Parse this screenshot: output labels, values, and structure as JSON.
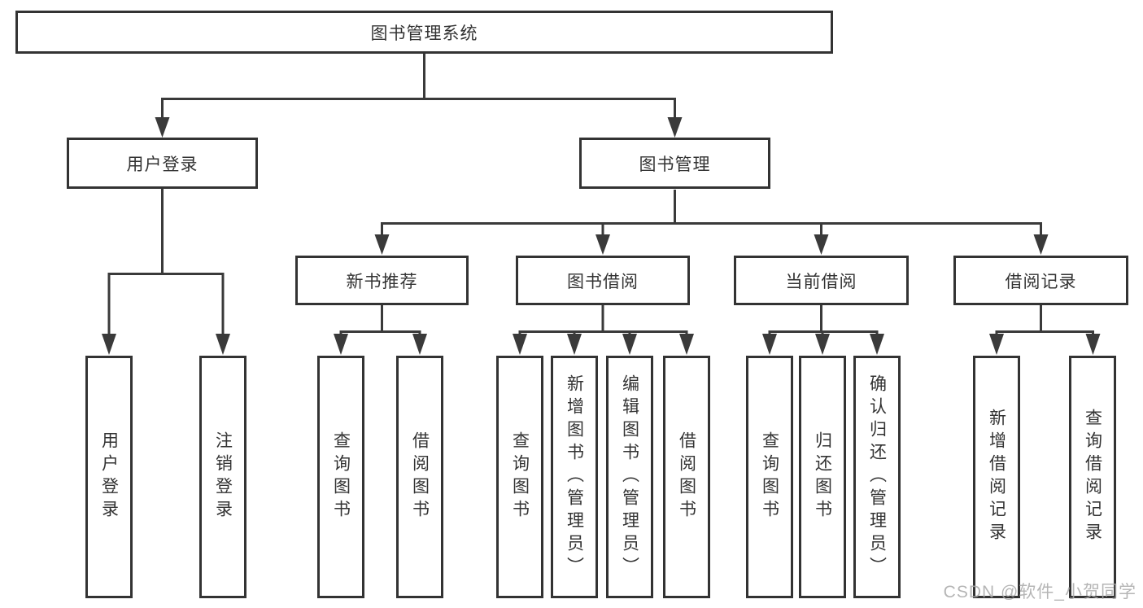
{
  "diagram_title": "图书管理系统",
  "nodes": {
    "root": "图书管理系统",
    "user_login": "用户登录",
    "book_mgmt": "图书管理",
    "new_book_rec": "新书推荐",
    "book_borrow": "图书借阅",
    "current_borrow": "当前借阅",
    "borrow_records": "借阅记录",
    "leaf_user_login": "用户登录",
    "leaf_logout": "注销登录",
    "leaf_query_book_1": "查询图书",
    "leaf_borrow_book_1": "借阅图书",
    "leaf_query_book_2": "查询图书",
    "leaf_add_book": "新增图书（管理员）",
    "leaf_edit_book": "编辑图书（管理员）",
    "leaf_borrow_book_2": "借阅图书",
    "leaf_query_book_3": "查询图书",
    "leaf_return_book": "归还图书",
    "leaf_confirm_return": "确认归还（管理员）",
    "leaf_add_record": "新增借阅记录",
    "leaf_query_record": "查询借阅记录"
  },
  "watermark": "CSDN @软件_小贺同学",
  "colors": {
    "line": "#3a3a3a",
    "box-border": "#333333",
    "text": "#333333",
    "watermark": "#a9a9a9",
    "bg": "#ffffff"
  }
}
